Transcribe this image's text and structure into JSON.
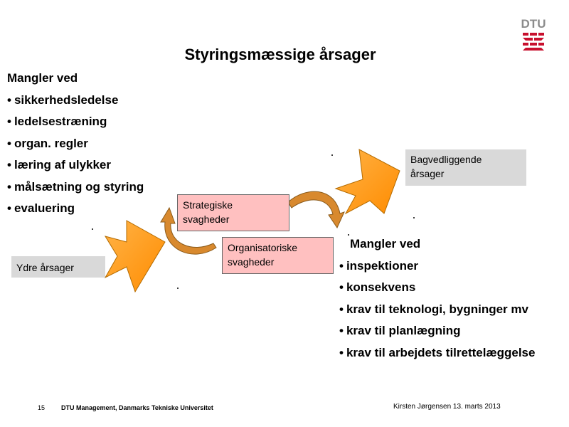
{
  "slide": {
    "title": "Styringsmæssige årsager",
    "left_list": {
      "heading": "Mangler ved",
      "items": [
        "sikkerhedsledelse",
        "ledelsestræning",
        "organ. regler",
        "læring af ulykker",
        "målsætning og styring",
        "evaluering"
      ]
    },
    "right_list": {
      "heading": "Mangler ved",
      "items": [
        "inspektioner",
        "konsekvens",
        "krav til teknologi, bygninger mv",
        "krav til planlægning",
        "krav til arbejdets tilrettelæggelse"
      ]
    },
    "boxes": {
      "outer": {
        "label": "Ydre årsager"
      },
      "strategic": {
        "line1": "Strategiske",
        "line2": "svagheder"
      },
      "organisational": {
        "line1": "Organisatoriske",
        "line2": "svagheder"
      },
      "underlying": {
        "line1": "Bagvedliggende",
        "line2": "årsager"
      }
    },
    "logo_text": "DTU"
  },
  "footer": {
    "page_number": "15",
    "organisation": "DTU Management, Danmarks Tekniske Universitet",
    "author_date": "Kirsten Jørgensen 13. marts 2013"
  },
  "colors": {
    "arrow_fill": "#ff9f1c",
    "arrow_stroke": "#cc7a00",
    "curved_arrow_fill": "#d8892e",
    "box_pink": "#ffc0c0",
    "box_grey": "#d9d9d9",
    "logo_red": "#c8102e",
    "logo_grey": "#8c8c8c"
  }
}
